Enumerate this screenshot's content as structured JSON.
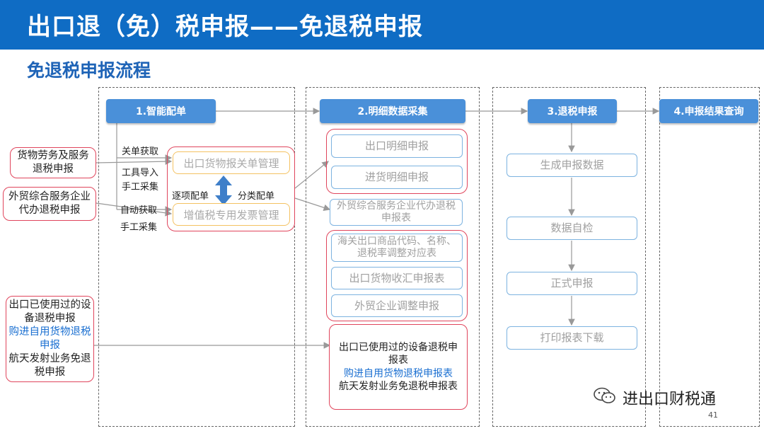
{
  "header": {
    "title": "出口退（免）税申报——免退税申报"
  },
  "subtitle": "免退税申报流程",
  "steps": {
    "s1": "1.智能配单",
    "s2": "2.明细数据采集",
    "s3": "3.退税申报",
    "s4": "4.申报结果查询"
  },
  "left_inputs": {
    "goods_services": "货物劳务及服务退税申报",
    "foreign_trade_agent": "外贸综合服务企业代办退税申报",
    "equipment": "出口已使用过的设备退税申报",
    "self_use": "购进自用货物退税申报",
    "aerospace": "航天发射业务免退税申报"
  },
  "col1": {
    "label_customs_fetch": "关单获取",
    "label_tool_import": "工具导入",
    "label_manual1": "手工采集",
    "label_auto_fetch": "自动获取",
    "label_manual2": "手工采集",
    "label_item_match": "逐项配单",
    "label_class_match": "分类配单",
    "customs_mgmt": "出口货物报关单管理",
    "vat_invoice_mgmt": "增值税专用发票管理"
  },
  "col2": {
    "export_detail": "出口明细申报",
    "purchase_detail": "进货明细申报",
    "agent_declare_table": "外贸综合服务企业代办退税申报表",
    "hs_code_table": "海关出口商品代码、名称、退税率调整对应表",
    "fx_receipt": "出口货物收汇申报表",
    "adjust_declare": "外贸企业调整申报",
    "equip_table": "出口已使用过的设备退税申报表",
    "self_use_table": "购进自用货物退税申报表",
    "aerospace_table": "航天发射业务免退税申报表"
  },
  "col3": {
    "generate": "生成申报数据",
    "self_check": "数据自检",
    "formal": "正式申报",
    "print": "打印报表下载"
  },
  "watermark": "进出口财税通",
  "page_number": "41",
  "colors": {
    "header": "#0f6cc4",
    "step": "#4a90d9",
    "red_border": "#e0455c",
    "orange_border": "#f4c262",
    "blue_border": "#7db3e0",
    "blue_text": "#1a6fd1"
  }
}
